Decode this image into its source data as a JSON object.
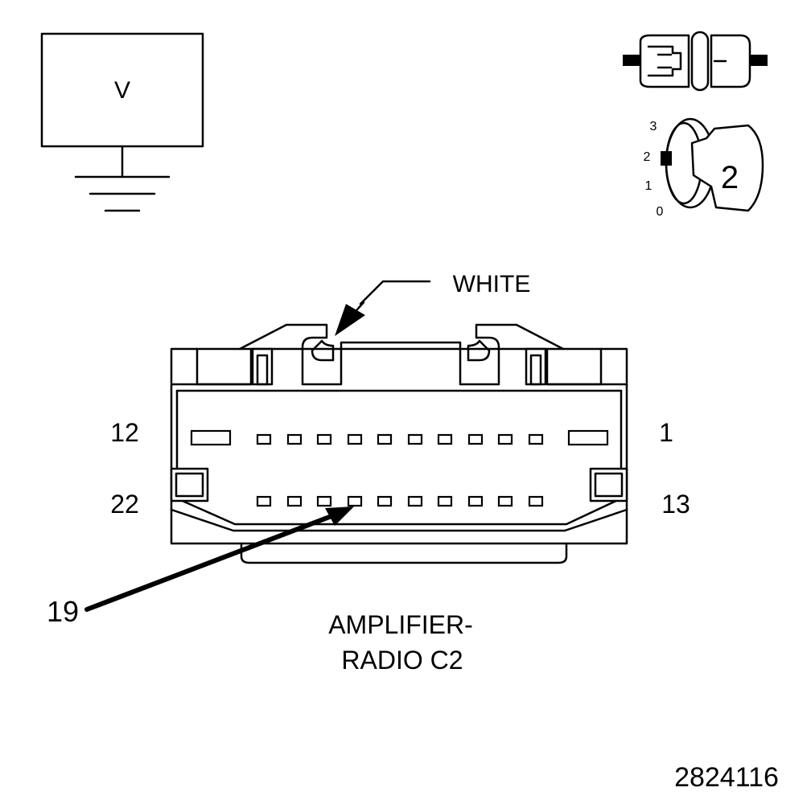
{
  "meter": {
    "label": "V"
  },
  "ignition": {
    "positions": [
      "3",
      "2",
      "1",
      "0"
    ],
    "key_label": "2"
  },
  "connector": {
    "lock_color_label": "WHITE",
    "pin_labels": {
      "top_left": "12",
      "top_right": "1",
      "bottom_left": "22",
      "bottom_right": "13"
    },
    "callout_pin": "19",
    "name_line1": "AMPLIFIER-",
    "name_line2": "RADIO C2"
  },
  "figure_id": "2824116"
}
